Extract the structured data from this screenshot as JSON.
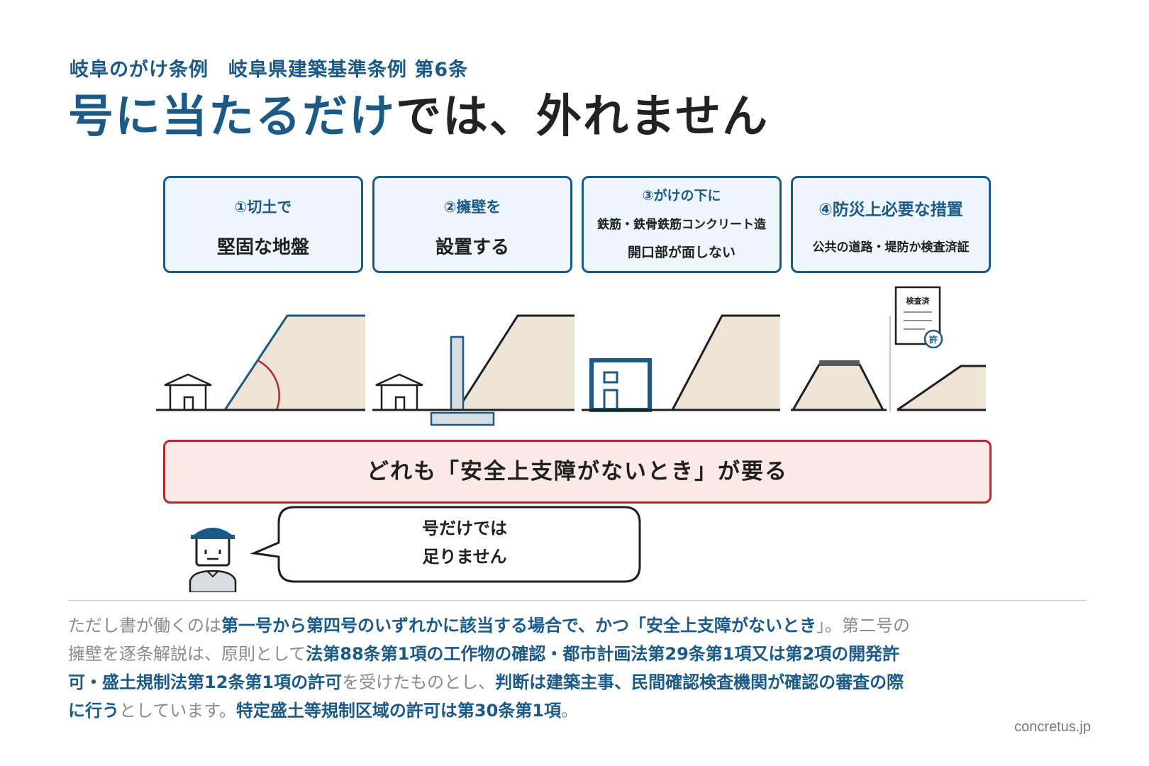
{
  "header": {
    "subtitle": "岐阜のがけ条例　岐阜県建築基準条例 第6条",
    "title_accent": "号に当たるだけ",
    "title_rest": "では、外れません"
  },
  "conditions": [
    {
      "line1": "①切土で",
      "line2": "堅固な地盤"
    },
    {
      "line1": "②擁壁を",
      "line2": "設置する"
    },
    {
      "line1": "③がけの下に",
      "line2": "鉄筋・鉄骨鉄筋コンクリート造",
      "line3": "開口部が面しない"
    },
    {
      "line1": "④防災上必要な措置",
      "line2": "公共の道路・堤防か検査済証"
    }
  ],
  "illustration": {
    "certificate_label": "検査済",
    "stamp_label": "許"
  },
  "banner": {
    "text": "どれも「安全上支障がないとき」が要る"
  },
  "speech": {
    "line1": "号だけでは",
    "line2": "足りません"
  },
  "paragraph": [
    {
      "text": "ただし書が働くのは",
      "hl": false
    },
    {
      "text": "第一号から第四号のいずれかに該当する場合で、かつ「安全上支障がないとき",
      "hl": true
    },
    {
      "text": "」。第二号の擁壁を逐条解説は、原則として",
      "hl": false
    },
    {
      "text": "法第88条第1項の工作物の確認・都市計画法第29条第1項又は第2項の開発許可・盛土規制法第12条第1項の許可",
      "hl": true
    },
    {
      "text": "を受けたものとし、",
      "hl": false
    },
    {
      "text": "判断は建築主事、民間確認検査機関が確認の審査の際に行う",
      "hl": true
    },
    {
      "text": "としています。",
      "hl": false
    },
    {
      "text": "特定盛土等規制区域の許可は第30条第1項",
      "hl": true
    },
    {
      "text": "。",
      "hl": false
    }
  ],
  "credit": "concretus.jp",
  "colors": {
    "accent": "#1b5a86",
    "earth": "#ede4d6",
    "alert_border": "#b22a2a",
    "alert_fill": "#fbe8e8",
    "box_fill": "#eef5fc"
  }
}
